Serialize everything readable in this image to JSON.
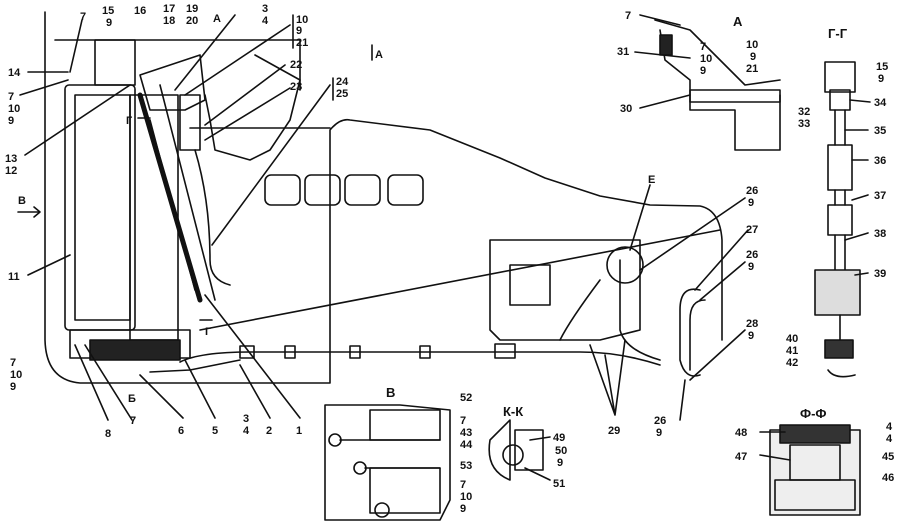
{
  "view_markers": {
    "a_top": "А",
    "a_arrow": "А",
    "g_section": "Г",
    "g_lower": "Г",
    "b_arrow": "В",
    "b_lower": "Б",
    "e_callout": "Е"
  },
  "view_titles": {
    "a": "А",
    "gg": "Г-Г",
    "b": "В",
    "kk": "К-К",
    "ff": "Ф-Ф"
  },
  "callouts": {
    "c7_top": "7",
    "c15": "15",
    "c9_a": "9",
    "c16": "16",
    "c17": "17",
    "c18": "18",
    "c19": "19",
    "c20": "20",
    "c3_top": "3",
    "c4_top": "4",
    "c10_top": "10",
    "c9_top": "9",
    "c21_top": "21",
    "c14": "14",
    "c22": "22",
    "c23": "23",
    "c24": "24",
    "c25": "25",
    "c7_left": "7",
    "c10_left": "10",
    "c9_left": "9",
    "c13": "13",
    "c12": "12",
    "c11": "11",
    "c7_bl": "7",
    "c10_bl": "10",
    "c9_bl": "9",
    "c8": "8",
    "c7_b": "7",
    "c6": "6",
    "c5": "5",
    "c3_b": "3",
    "c4_b": "4",
    "c2": "2",
    "c1": "1",
    "c26_a": "26",
    "c9_26a": "9",
    "c27": "27",
    "c26_b": "26",
    "c9_26b": "9",
    "c28": "28",
    "c9_28": "9",
    "c29": "29",
    "c26_c": "26",
    "c9_26c": "9",
    "a7": "7",
    "a31": "31",
    "a7b": "7",
    "a10b": "10",
    "a9b": "9",
    "a10": "10",
    "a9": "9",
    "a21": "21",
    "a30": "30",
    "a32": "32",
    "a33": "33",
    "g15": "15",
    "g9": "9",
    "g34": "34",
    "g35": "35",
    "g36": "36",
    "g37": "37",
    "g38": "38",
    "g39": "39",
    "g40": "40",
    "g41": "41",
    "g42": "42",
    "b52": "52",
    "b7": "7",
    "b43": "43",
    "b44": "44",
    "b53": "53",
    "b7b": "7",
    "b10": "10",
    "b9": "9",
    "k49": "49",
    "k50": "50",
    "k9": "9",
    "k51": "51",
    "f48": "48",
    "f47": "47",
    "f4a": "4",
    "f4b": "4",
    "f45": "45",
    "f46": "46"
  }
}
